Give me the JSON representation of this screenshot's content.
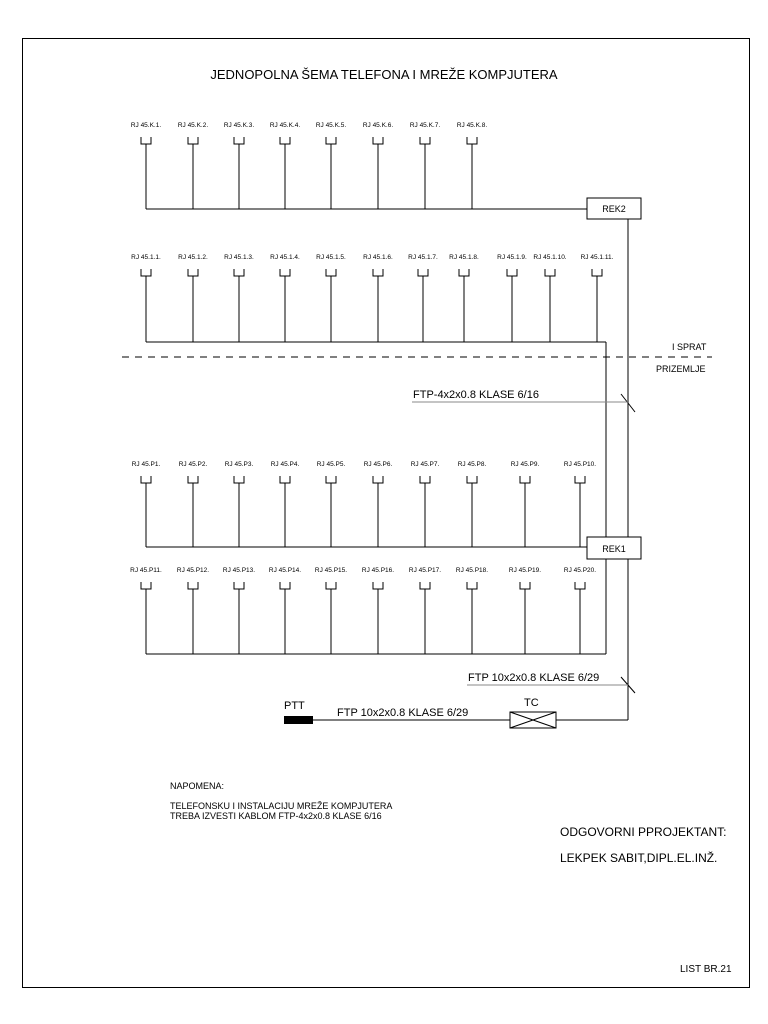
{
  "title": "JEDNOPOLNA ŠEMA TELEFONA I MREŽE KOMPJUTERA",
  "floor_upper_label": "I SPRAT",
  "floor_lower_label": "PRIZEMLJE",
  "rek2_label": "REK2",
  "rek1_label": "REK1",
  "cable_ftp_4x2": "FTP-4x2x0.8 KLASE  6/16",
  "cable_ftp_10x2_rek": "FTP 10x2x0.8 KLASE 6/29",
  "cable_ftp_10x2_ptt": "FTP 10x2x0.8 KLASE 6/29",
  "ptt_label": "PTT",
  "tc_label": "TC",
  "outlets_row1": [
    "RJ 45.K.1.",
    "RJ 45.K.2.",
    "RJ 45.K.3.",
    "RJ 45.K.4.",
    "RJ 45.K.5.",
    "RJ 45.K.6.",
    "RJ 45.K.7.",
    "RJ 45.K.8."
  ],
  "outlets_row2": [
    "RJ 45.1.1.",
    "RJ 45.1.2.",
    "RJ 45.1.3.",
    "RJ 45.1.4.",
    "RJ 45.1.5.",
    "RJ 45.1.6.",
    "RJ 45.1.7.",
    "RJ 45.1.8.",
    "RJ 45.1.9.",
    "RJ 45.1.10.",
    "RJ 45.1.11."
  ],
  "outlets_row3": [
    "RJ 45.P1.",
    "RJ 45.P2.",
    "RJ 45.P3.",
    "RJ 45.P4.",
    "RJ 45.P5.",
    "RJ 45.P6.",
    "RJ 45.P7.",
    "RJ 45.P8.",
    "RJ 45.P9.",
    "RJ 45.P10."
  ],
  "outlets_row4": [
    "RJ 45.P11.",
    "RJ 45.P12.",
    "RJ 45.P13.",
    "RJ 45.P14.",
    "RJ 45.P15.",
    "RJ 45.P16.",
    "RJ 45.P17.",
    "RJ 45.P18.",
    "RJ 45.P19.",
    "RJ 45.P20."
  ],
  "note": {
    "heading": "NAPOMENA:",
    "line1": "TELEFONSKU I INSTALACIJU MREŽE KOMPJUTERA",
    "line2": "TREBA IZVESTI KABLOM FTP-4x2x0.8 KLASE  6/16"
  },
  "signature": {
    "role": "ODGOVORNI PPROJEKTANT:",
    "name": "LEKPEK SABIT,DIPL.EL.INŽ."
  },
  "sheet_number": "LIST BR.21"
}
